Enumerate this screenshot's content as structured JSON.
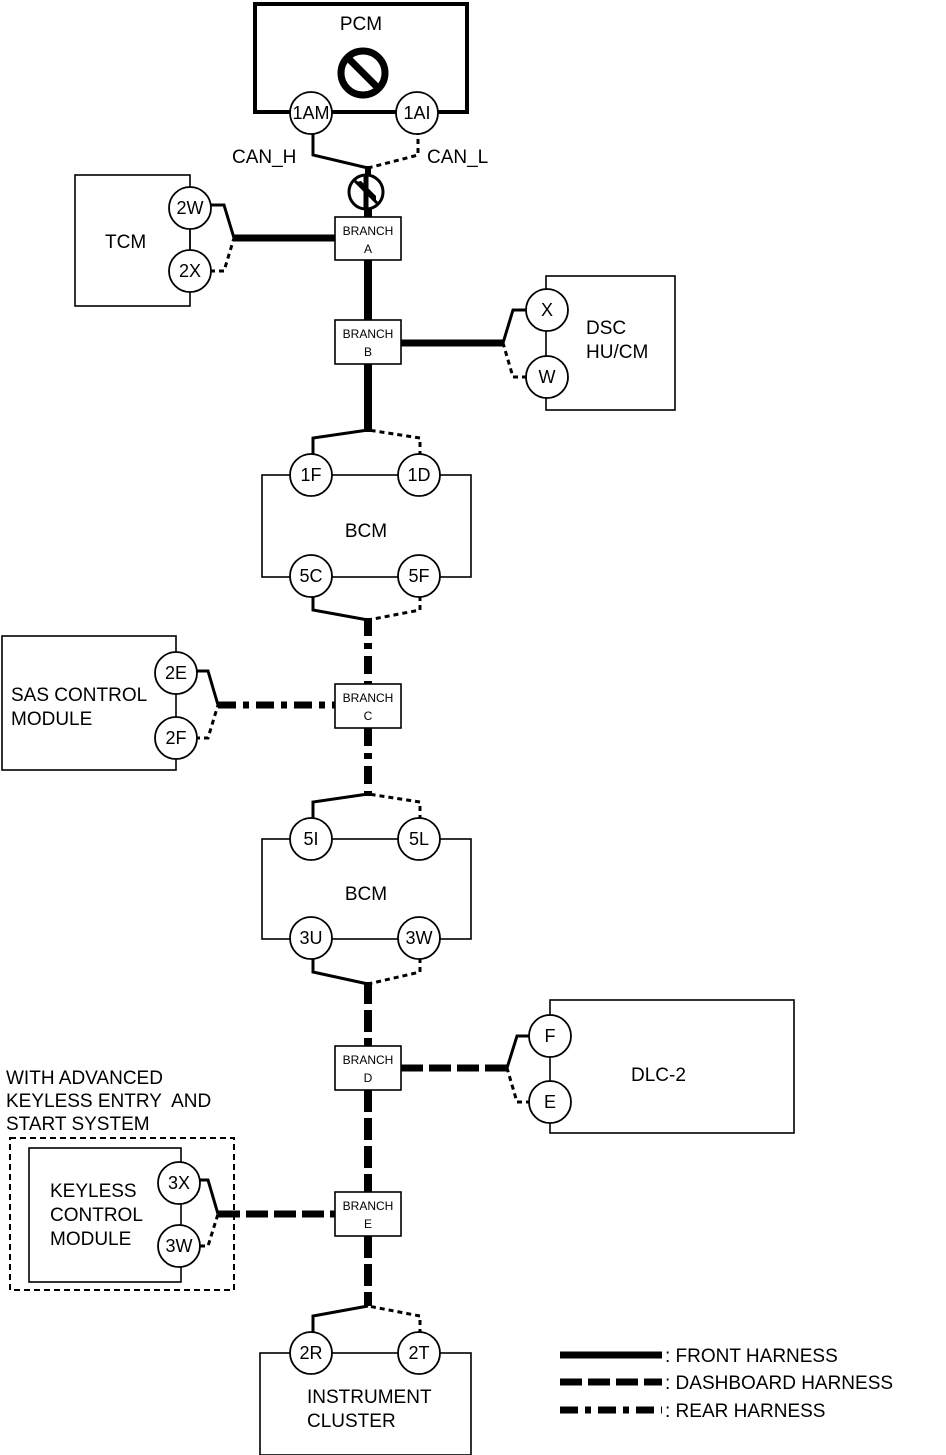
{
  "modules": {
    "pcm": "PCM",
    "tcm": "TCM",
    "dsc_line1": "DSC",
    "dsc_line2": "HU/CM",
    "bcm_upper": "BCM",
    "sas_line1": "SAS CONTROL",
    "sas_line2": "MODULE",
    "bcm_lower": "BCM",
    "dlc": "DLC-2",
    "keyless_line1": "KEYLESS",
    "keyless_line2": "CONTROL",
    "keyless_line3": "MODULE",
    "cluster_line1": "INSTRUMENT",
    "cluster_line2": "CLUSTER"
  },
  "optional_group": {
    "line1": "WITH ADVANCED",
    "line2": "KEYLESS ENTRY  AND",
    "line3": "START SYSTEM"
  },
  "signals": {
    "can_h": "CAN_H",
    "can_l": "CAN_L"
  },
  "pins": {
    "pcm_h": "1AM",
    "pcm_l": "1AI",
    "tcm_h": "2W",
    "tcm_l": "2X",
    "dsc_h": "X",
    "dsc_l": "W",
    "bcm1_in_h": "1F",
    "bcm1_in_l": "1D",
    "bcm1_out_h": "5C",
    "bcm1_out_l": "5F",
    "sas_h": "2E",
    "sas_l": "2F",
    "bcm2_in_h": "5I",
    "bcm2_in_l": "5L",
    "bcm2_out_h": "3U",
    "bcm2_out_l": "3W",
    "dlc_h": "F",
    "dlc_l": "E",
    "kcm_h": "3X",
    "kcm_l": "3W",
    "ic_h": "2R",
    "ic_l": "2T"
  },
  "branches": {
    "label": "BRANCH",
    "a": "A",
    "b": "B",
    "c": "C",
    "d": "D",
    "e": "E"
  },
  "legend": {
    "front": ": FRONT HARNESS",
    "dashboard": ": DASHBOARD HARNESS",
    "rear": ": REAR HARNESS"
  },
  "icons": [
    "prohibited-icon",
    "prohibited-split-icon"
  ]
}
